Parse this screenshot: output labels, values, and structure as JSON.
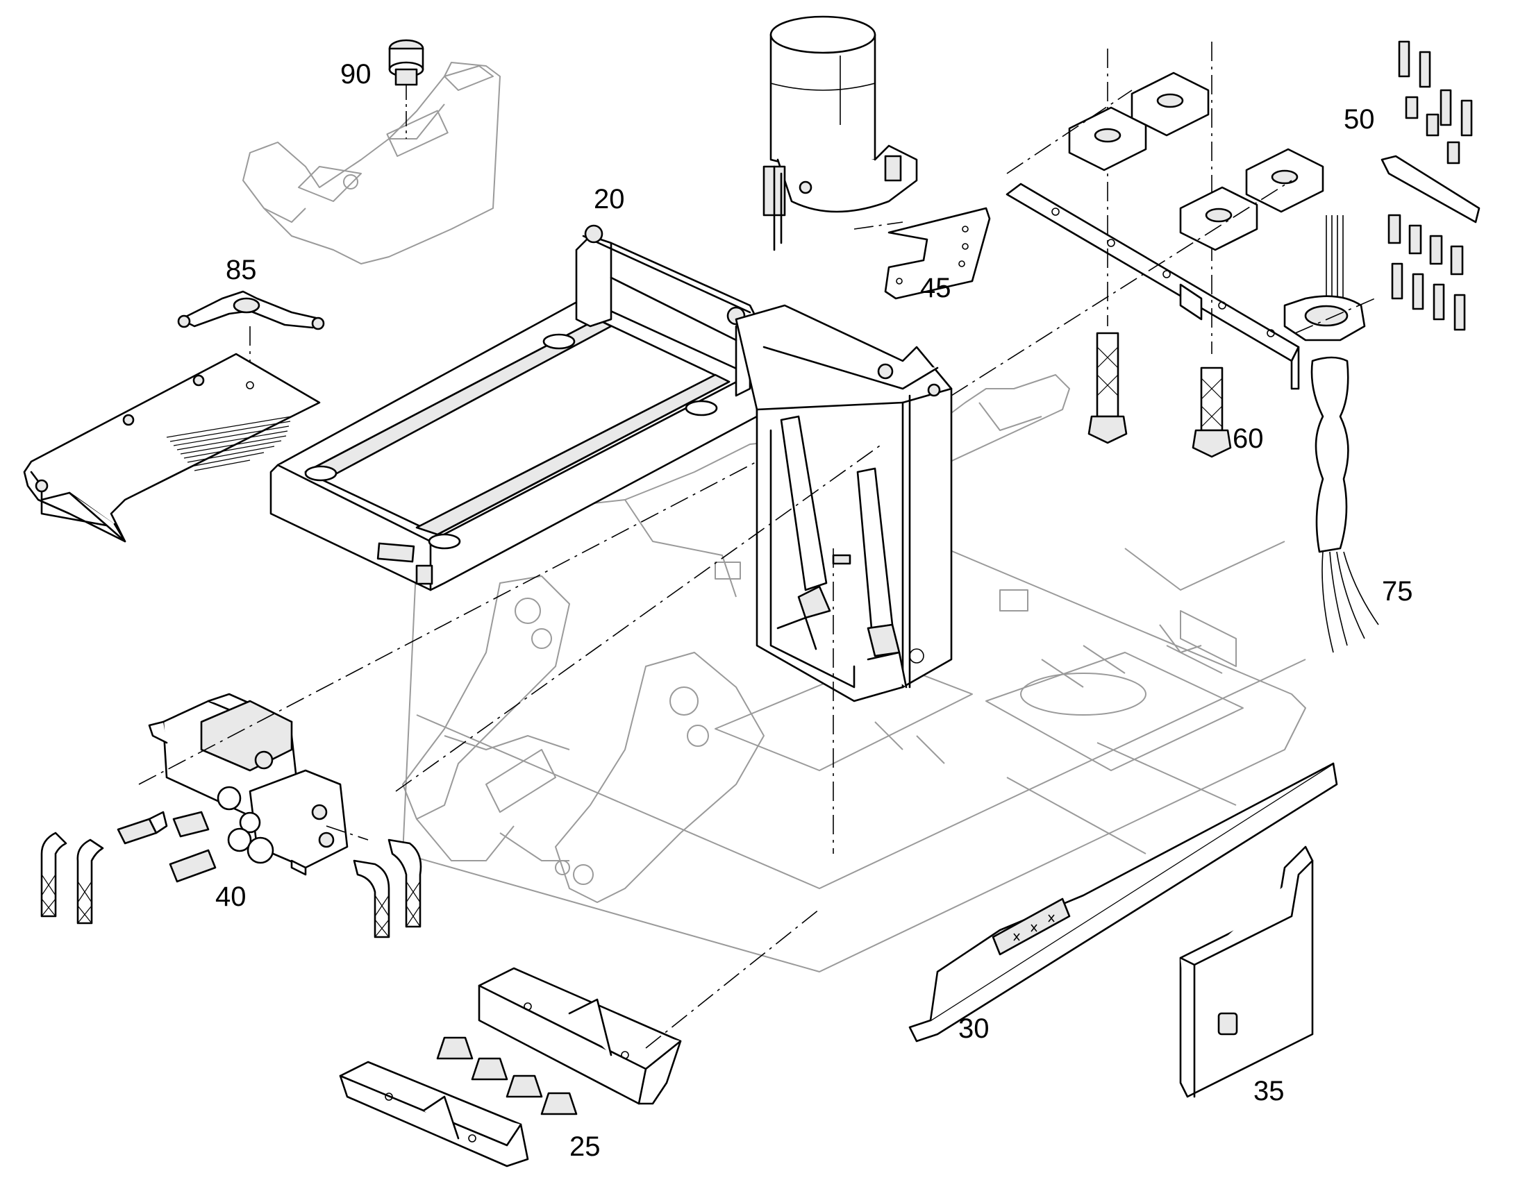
{
  "diagram": {
    "type": "exploded-parts-view",
    "callouts": [
      {
        "id": "90",
        "label": "90"
      },
      {
        "id": "20",
        "label": "20"
      },
      {
        "id": "85",
        "label": "85"
      },
      {
        "id": "45",
        "label": "45"
      },
      {
        "id": "50",
        "label": "50"
      },
      {
        "id": "60",
        "label": "60"
      },
      {
        "id": "75",
        "label": "75"
      },
      {
        "id": "40",
        "label": "40"
      },
      {
        "id": "30",
        "label": "30"
      },
      {
        "id": "35",
        "label": "35"
      },
      {
        "id": "25",
        "label": "25"
      }
    ]
  },
  "colors": {
    "line": "#000000",
    "ghost_line": "#9a9a9a",
    "background": "#ffffff"
  }
}
